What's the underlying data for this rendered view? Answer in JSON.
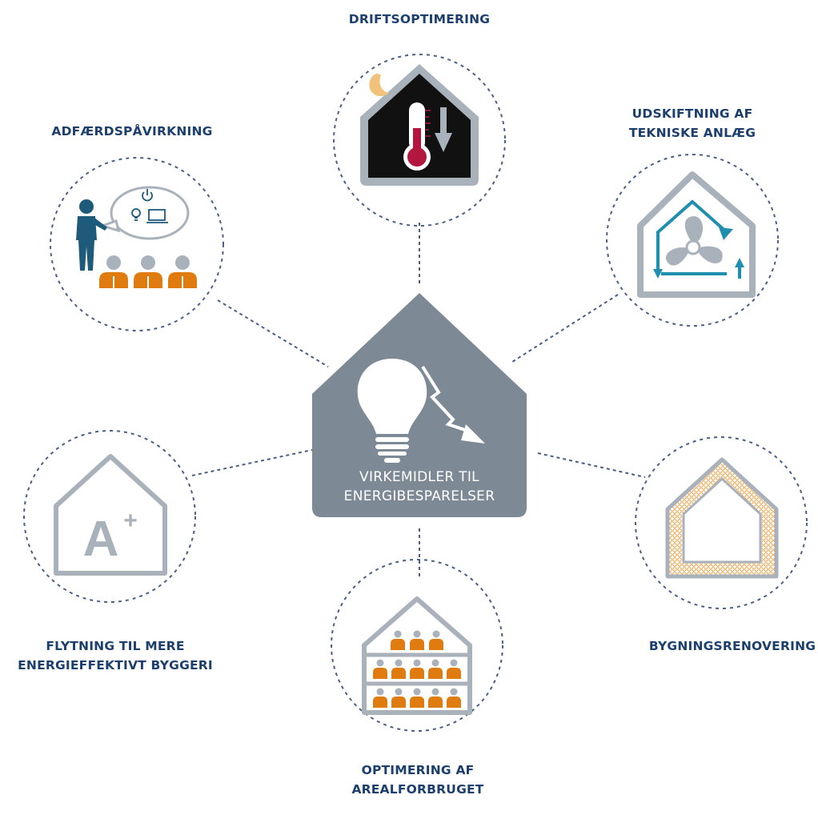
{
  "center": {
    "line1": "VIRKEMIDLER TIL",
    "line2": "ENERGIBESPARELSER"
  },
  "labels": {
    "driftsoptimering": "DRIFTSOPTIMERING",
    "adfaerd": "ADFÆRDSPÅVIRKNING",
    "udskiftning": {
      "line1": "UDSKIFTNING AF",
      "line2": "TEKNISKE ANLÆG"
    },
    "flytning": {
      "line1": "FLYTNING TIL MERE",
      "line2": "ENERGIEFFEKTIVT BYGGERI"
    },
    "bygningsrenovering": "BYGNINGSRENOVERING",
    "areal": {
      "line1": "OPTIMERING AF",
      "line2": "AREALFORBRUGET"
    }
  },
  "energy_label_icon": {
    "letter": "A",
    "sup": "+"
  },
  "colors": {
    "navy": "#1c3f6e",
    "gray": "#7d8a96",
    "light_gray": "#a9b2bb",
    "orange": "#e07b10",
    "teal": "#1f8fb0",
    "dark_teal": "#1e5a7a",
    "crimson": "#b3163e",
    "black": "#111111",
    "dotted_line": "#4a5f88"
  }
}
